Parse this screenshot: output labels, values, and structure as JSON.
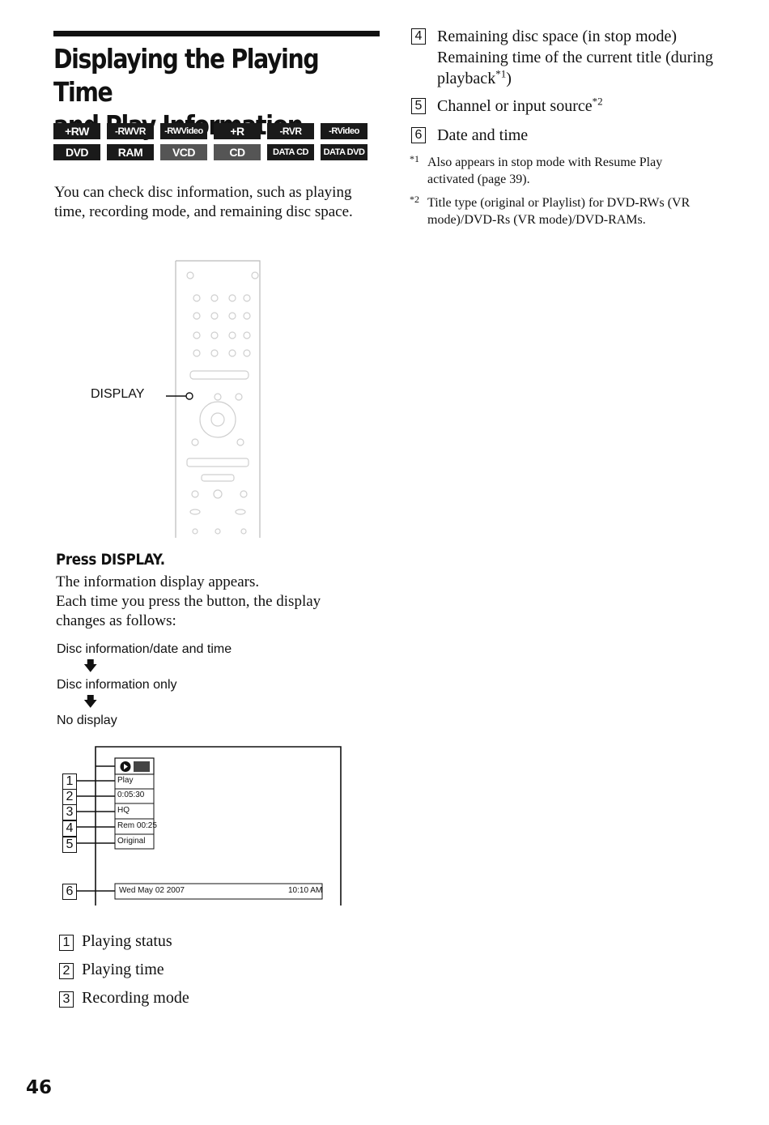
{
  "section": {
    "title_line1": "Displaying the Playing Time",
    "title_line2": "and Play Information",
    "intro": "You can check disc information, such as playing time, recording mode, and remaining disc space."
  },
  "badges_row1": [
    "+RW",
    "-RWVR",
    "-RWVideo",
    "+R",
    "-RVR",
    "-RVideo"
  ],
  "badges_row2": [
    "DVD",
    "RAM",
    "VCD",
    "CD",
    "DATA CD",
    "DATA DVD"
  ],
  "remote": {
    "label": "DISPLAY"
  },
  "step": {
    "title": "Press DISPLAY.",
    "line1": "The information display appears.",
    "line2": "Each time you press the button, the display",
    "line3": "changes as follows:"
  },
  "sequence": [
    "Disc information/date and time",
    "Disc information only",
    "No display"
  ],
  "display_screen": {
    "status_icon": "play-disc-icon",
    "rows": [
      "Play",
      "0:05:30",
      "HQ",
      "Rem 00:25",
      "Original"
    ],
    "date": "Wed May 02 2007",
    "time": "10:10 AM"
  },
  "callout_numbers": [
    "1",
    "2",
    "3",
    "4",
    "5",
    "6"
  ],
  "legend": [
    {
      "num": "1",
      "text": "Playing status"
    },
    {
      "num": "2",
      "text": "Playing time"
    },
    {
      "num": "3",
      "text": "Recording mode"
    }
  ],
  "right_list": {
    "item4": {
      "num": "4",
      "line1": "Remaining disc space (in stop mode)",
      "line2": "Remaining time of the current title (during",
      "line3a": "playback",
      "line3sup": "*1",
      "line3b": ")"
    },
    "item5": {
      "num": "5",
      "text": "Channel or input source",
      "sup": "*2"
    },
    "item6": {
      "num": "6",
      "text": "Date and time"
    }
  },
  "footnotes": [
    {
      "mark": "*1",
      "line1": "Also appears in stop mode with Resume Play",
      "line2": "activated (page 39)."
    },
    {
      "mark": "*2",
      "line1": "Title type (original or Playlist) for DVD-RWs (VR",
      "line2": "mode)/DVD-Rs (VR mode)/DVD-RAMs."
    }
  ],
  "page_number": "46"
}
